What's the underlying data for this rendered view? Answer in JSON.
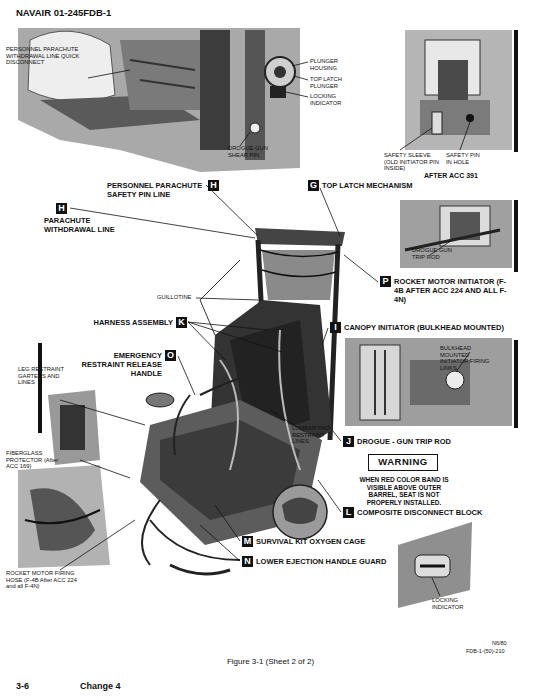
{
  "diagram": {
    "caption": "Figure 3-1 (Sheet 2 of 2)",
    "nodes": [
      {
        "text": [
          "H",
          "PERSONNEL PARACHUTE SAFETY PIN LINE"
        ]
      },
      {
        "text": [
          "G",
          "TOP LATCH MECHANISM"
        ]
      },
      {
        "text": [
          "H",
          "PARACHUTE WITHDRAWAL LINE"
        ]
      },
      {
        "text": [
          "P",
          "ROCKET MOTOR INITIATOR (F-4B AFTER ACC 224 AND ALL F-4N)"
        ]
      },
      {
        "text": [
          "K",
          "HARNESS ASSEMBLY"
        ]
      },
      {
        "text": [
          "I",
          "CANOPY INITIATOR (BULKHEAD MOUNTED)"
        ]
      },
      {
        "text": [
          "O",
          "EMERGENCY RESTRAINT RELEASE HANDLE"
        ]
      },
      {
        "text": [
          "J",
          "DROGUE - GUN TRIP ROD"
        ]
      },
      {
        "text": [
          "WARNING",
          "WHEN RED COLOR BAND IS VISIBLE ABOVE OUTER BARREL, SEAT IS NOT PROPERLY INSTALLED."
        ]
      },
      {
        "text": [
          "L",
          "COMPOSITE DISCONNECT BLOCK"
        ]
      },
      {
        "text": [
          "M",
          "SURVIVAL KIT OXYGEN CAGE"
        ]
      },
      {
        "text": [
          "N",
          "LOWER EJECTION HANDLE GUARD"
        ]
      }
    ],
    "labels": [
      "NAVAIR 01-245FDB-1",
      "PERSONNEL PARACHUTE WITHDRAWAL LINE QUICK DISCONNECT",
      "PLUNGER HOUSING",
      "TOP LATCH PLUNGER",
      "LOCKING INDICATOR",
      "DROGUE GUN SHEAR PIN",
      "SAFETY SLEEVE (OLD INITIATOR PIN INSIDE)",
      "SAFETY PIN IN HOLE",
      "AFTER ACC 391",
      "DROGUE GUN TRIP ROD",
      "GUILLOTINE",
      "BULKHEAD MOUNTED INITIATOR FIRING LINKS",
      "LEG RESTRAINT GARTERS AND LINES",
      "LUMBAR PAD RESTRAINT LINES",
      "FIBERGLASS PROTECTOR (After ACC 169)",
      "ROCKET MOTOR FIRING HOSE (F-4B After ACC 224 and all F-4N)",
      "LOCKING INDICATOR",
      "N6/80",
      "FDB-1-(50)-210",
      "3-6",
      "Change 4"
    ]
  }
}
